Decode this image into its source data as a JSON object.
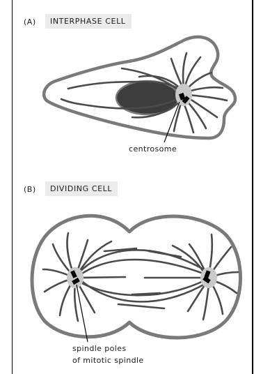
{
  "panels": [
    {
      "letter": "(A)",
      "title": "INTERPHASE CELL",
      "labels": [
        "centrosome"
      ]
    },
    {
      "letter": "(B)",
      "title": "DIVIDING CELL",
      "labels": [
        "spindle poles",
        "of mitotic spindle"
      ]
    }
  ],
  "colors": {
    "membrane": "#7a7a7a",
    "microtubule": "#4a4a4a",
    "nucleus": "#3c3c3c",
    "centrosome": "#c9c9c9",
    "centriole": "#000000",
    "title_background": "#ebebeb"
  }
}
